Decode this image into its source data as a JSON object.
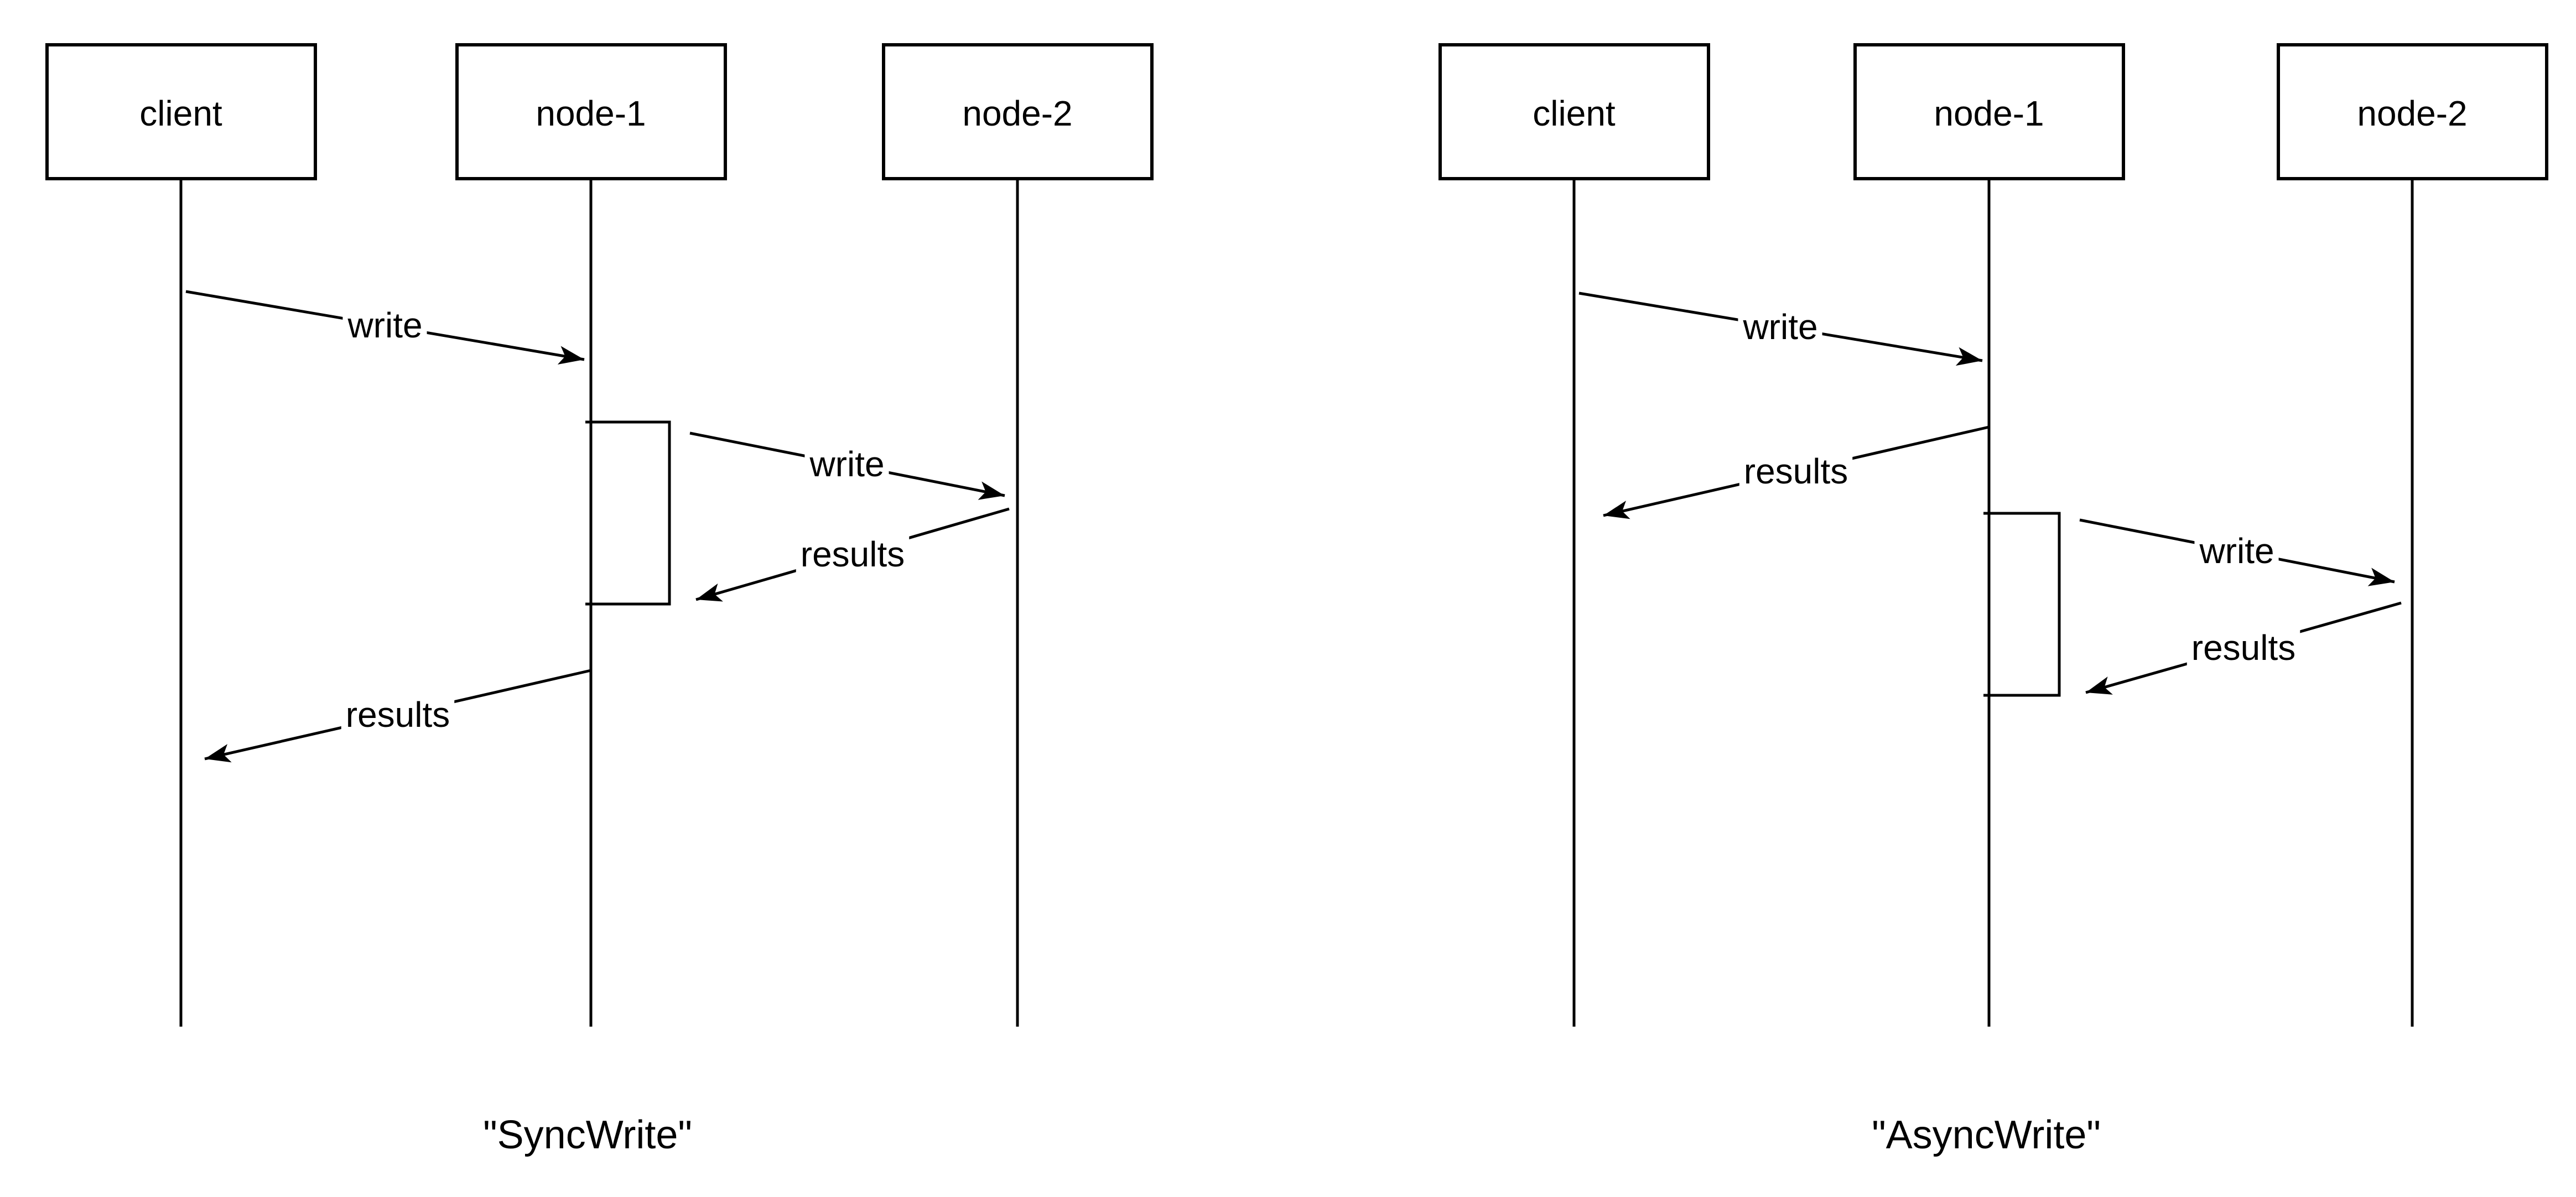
{
  "colors": {
    "line": "#000000",
    "background": "#ffffff"
  },
  "diagrams": [
    {
      "caption": "\"SyncWrite\"",
      "actors": [
        {
          "label": "client"
        },
        {
          "label": "node-1"
        },
        {
          "label": "node-2"
        }
      ],
      "activation": {
        "actor": "node-1"
      },
      "messages": [
        {
          "from": "client",
          "to": "node-1",
          "label": "write"
        },
        {
          "from": "node-1",
          "to": "node-2",
          "label": "write"
        },
        {
          "from": "node-2",
          "to": "node-1",
          "label": "results"
        },
        {
          "from": "node-1",
          "to": "client",
          "label": "results"
        }
      ]
    },
    {
      "caption": "\"AsyncWrite\"",
      "actors": [
        {
          "label": "client"
        },
        {
          "label": "node-1"
        },
        {
          "label": "node-2"
        }
      ],
      "activation": {
        "actor": "node-1"
      },
      "messages": [
        {
          "from": "client",
          "to": "node-1",
          "label": "write"
        },
        {
          "from": "node-1",
          "to": "client",
          "label": "results"
        },
        {
          "from": "node-1",
          "to": "node-2",
          "label": "write"
        },
        {
          "from": "node-2",
          "to": "node-1",
          "label": "results"
        }
      ]
    }
  ]
}
